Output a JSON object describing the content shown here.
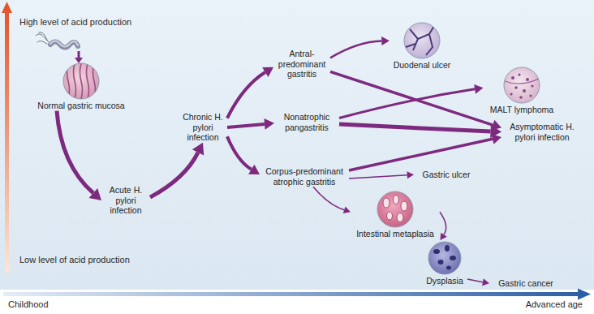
{
  "diagram": {
    "nodes": [
      {
        "text": [
          "Normal gastric mucosa"
        ]
      },
      {
        "text": [
          "Acute H. pylori infection"
        ]
      },
      {
        "text": [
          "Chronic H. pylori infection"
        ]
      },
      {
        "text": [
          "Antral-predominant gastritis"
        ]
      },
      {
        "text": [
          "Nonatrophic pangastritis"
        ]
      },
      {
        "text": [
          "Corpus-predominant atrophic gastritis"
        ]
      },
      {
        "text": [
          "Duodenal ulcer"
        ]
      },
      {
        "text": [
          "MALT lymphoma"
        ]
      },
      {
        "text": [
          "Asymptomatic H. pylori infection"
        ]
      },
      {
        "text": [
          "Gastric ulcer"
        ]
      },
      {
        "text": [
          "Intestinal metaplasia"
        ]
      },
      {
        "text": [
          "Dysplasia"
        ]
      },
      {
        "text": [
          "Gastric cancer"
        ]
      }
    ],
    "edges": [
      {
        "from": 0,
        "to": 1,
        "arrow": "to"
      },
      {
        "from": 1,
        "to": 2,
        "arrow": "to"
      },
      {
        "from": 2,
        "to": 3,
        "arrow": "to"
      },
      {
        "from": 2,
        "to": 4,
        "arrow": "to"
      },
      {
        "from": 2,
        "to": 5,
        "arrow": "to"
      },
      {
        "from": 3,
        "to": 6,
        "arrow": "to"
      },
      {
        "from": 3,
        "to": 8,
        "arrow": "to"
      },
      {
        "from": 4,
        "to": 7,
        "arrow": "to"
      },
      {
        "from": 4,
        "to": 8,
        "arrow": "to"
      },
      {
        "from": 5,
        "to": 8,
        "arrow": "to"
      },
      {
        "from": 5,
        "to": 9,
        "arrow": "to"
      },
      {
        "from": 5,
        "to": 10,
        "arrow": "to"
      },
      {
        "from": 10,
        "to": 11,
        "arrow": "to"
      },
      {
        "from": 11,
        "to": 12,
        "arrow": "to"
      }
    ],
    "labels": [
      "High level of acid production",
      "Low level of acid production",
      "Childhood",
      "Advanced age"
    ]
  }
}
